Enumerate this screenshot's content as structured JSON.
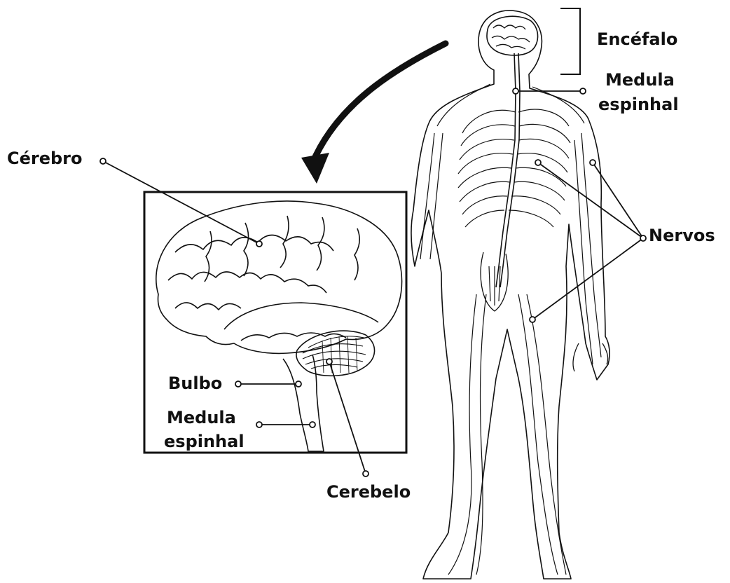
{
  "colors": {
    "ink": "#111111",
    "background": "#ffffff"
  },
  "labels": {
    "encefalo": "Encéfalo",
    "medula_body": [
      "Medula",
      "espinhal"
    ],
    "cerebro": "Cérebro",
    "nervos": "Nervos",
    "bulbo": "Bulbo",
    "medula_brain": [
      "Medula",
      "espinhal"
    ],
    "cerebelo": "Cerebelo"
  }
}
